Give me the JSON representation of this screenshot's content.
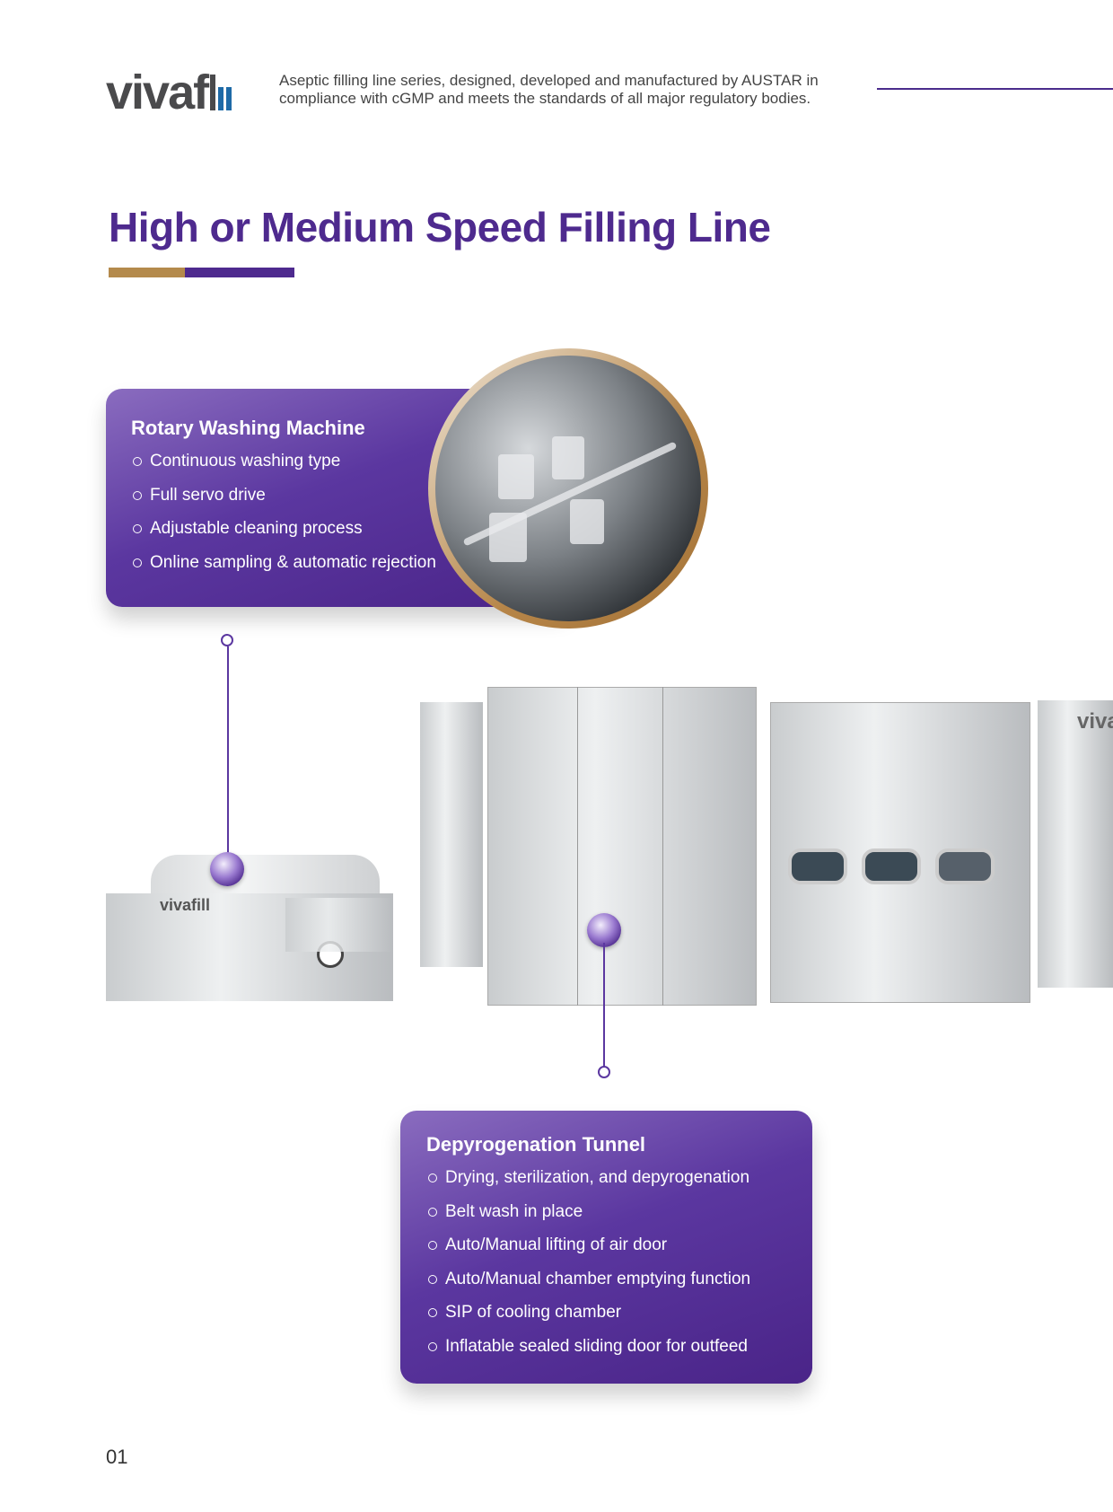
{
  "header": {
    "logo": "vivafill",
    "tagline_line1": "Aseptic filling line series, designed, developed and manufactured by AUSTAR  in",
    "tagline_line2": "compliance with cGMP and meets the standards of all major regulatory bodies."
  },
  "title": "High or Medium Speed Filling Line",
  "card1": {
    "title": "Rotary Washing Machine",
    "items": [
      "Continuous washing type",
      "Full servo drive",
      "Adjustable cleaning process",
      "Online sampling & automatic rejection"
    ]
  },
  "card2": {
    "title": "Depyrogenation Tunnel",
    "items": [
      "Drying, sterilization, and depyrogenation",
      "Belt wash in place",
      "Auto/Manual lifting of air door",
      "Auto/Manual chamber emptying function",
      "SIP of cooling chamber",
      "Inflatable sealed sliding door for outfeed"
    ]
  },
  "machine_brand": "vivafill",
  "page_number": "01",
  "colors": {
    "purple": "#4e2a8e",
    "gold": "#b48a4c",
    "logo_blue": "#1e6aa7"
  }
}
